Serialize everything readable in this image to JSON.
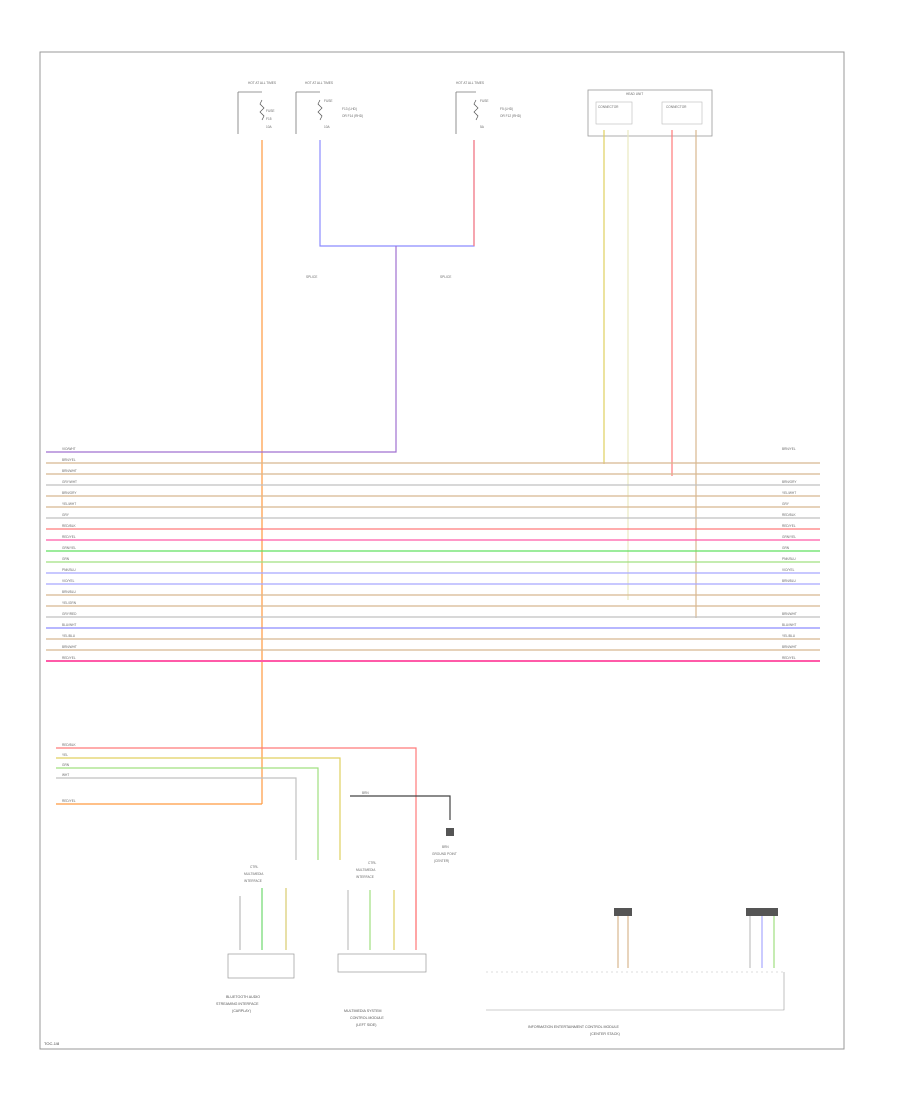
{
  "page_ref": "TOC-1/8",
  "top_fuses": [
    {
      "header": "HOT AT ALL TIMES",
      "lines": [
        "FUSE",
        "F15",
        "10A"
      ],
      "wire": "ORANGE"
    },
    {
      "header": "HOT AT ALL TIMES",
      "lines": [
        "FUSE",
        "F13 (LHD)",
        "OR F14 (RHD)",
        "10A"
      ],
      "wire": "BLU"
    },
    {
      "header": "HOT AT ALL TIMES",
      "lines": [
        "FUSE",
        "F5 (LHD)",
        "OR F12 (RHD)",
        "5A"
      ],
      "wire": "RED"
    }
  ],
  "splice_labels": [
    "SPLICE",
    "SPLICE"
  ],
  "top_module": {
    "title": "HEAD UNIT",
    "left_group": "CONNECTOR",
    "right_group": "CONNECTOR",
    "wires": [
      "YEL",
      "WHT",
      "RED",
      "YEL"
    ]
  },
  "bus_labels_left": [
    "VIO/WHT",
    "BRN/YEL",
    "BRN/WHT",
    "GRY/WHT",
    "BRN/GRY",
    "YEL/WHT",
    "GRY",
    "RED/BLK",
    "RED/YEL",
    "GRN/YEL",
    "GRN",
    "PNK/BLU",
    "VIO/YEL",
    "BRN/BLU",
    "YEL/GRN",
    "GRY/RED",
    "BLU/WHT",
    "YEL/BLU",
    "BRN/WHT",
    "RED/YEL"
  ],
  "bus_labels_right": [
    "BRN/YEL",
    "",
    "",
    "BRN/GRY",
    "YEL/WHT",
    "GRY",
    "RED/BLK",
    "RED/YEL",
    "GRN/YEL",
    "GRN",
    "PNK/BLU",
    "VIO/YEL",
    "BRN/BLU",
    "",
    "",
    "BRN/WHT",
    "BLU/WHT",
    "YEL/BLU",
    "BRN/WHT",
    "RED/YEL"
  ],
  "lower_bus_labels": [
    "RED/BLK",
    "YEL",
    "GRN",
    "WHT",
    "",
    "RED/YEL"
  ],
  "ground_label": [
    "BRN",
    "GROUND POINT",
    "(CENTER)"
  ],
  "splice_small": "BRN",
  "bottom_modules": [
    {
      "top": [
        "CTRL",
        "MULTIMEDIA",
        "INTERFACE"
      ],
      "name": [
        "BLUETOOTH AUDIO",
        "STREAMING INTERFACE",
        "(CARPLAY)"
      ]
    },
    {
      "top": [
        "CTRL",
        "MULTIMEDIA",
        "INTERFACE"
      ],
      "name": [
        "MULTIMEDIA SYSTEM",
        "CONTROL MODULE",
        "(LEFT SIDE)"
      ]
    },
    {
      "name": [
        "INFORMATION ENTERTAINMENT CONTROL MODULE",
        "(CENTER STACK)"
      ]
    }
  ],
  "wire_colors": {
    "orange": "#ff9a40",
    "blue": "#8c8cff",
    "red": "#ff7a7a",
    "violet": "#a070d0",
    "yellow": "#e0d060",
    "tan": "#d8b890",
    "pink": "#ff5aa8",
    "green": "#60e060",
    "lightgreen": "#a0e080",
    "grey": "#c0c0c0",
    "lightblue": "#a8a8ff",
    "black": "#444444"
  }
}
